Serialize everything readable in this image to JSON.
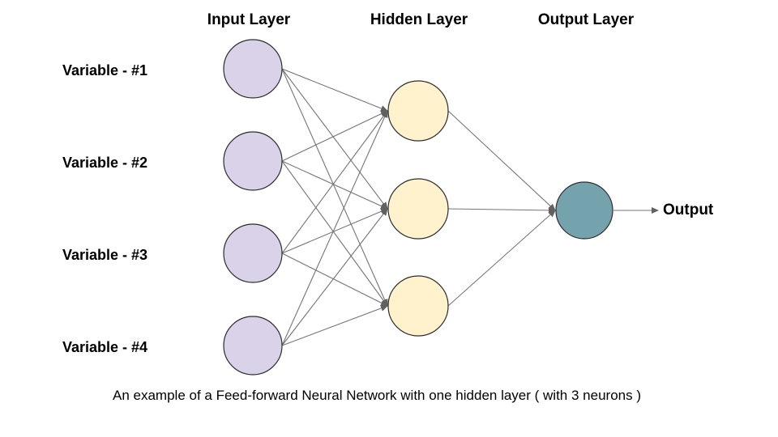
{
  "headers": [
    {
      "id": "input",
      "label": "Input Layer"
    },
    {
      "id": "hidden",
      "label": "Hidden Layer"
    },
    {
      "id": "output",
      "label": "Output Layer"
    }
  ],
  "output_arrow_label": "Output",
  "caption": "An example of a Feed-forward Neural Network with one hidden layer ( with 3 neurons )",
  "colors": {
    "background": "#ffffff",
    "input_node_fill": "#d9d2e9",
    "hidden_node_fill": "#fff2cc",
    "output_node_fill": "#74a3ad",
    "node_stroke": "#2d2d2d",
    "edge": "#757575",
    "arrowhead": "#616161",
    "text": "#000000"
  },
  "network": {
    "type": "feed-forward neural network",
    "input_nodes": [
      {
        "id": "input-1",
        "label": "Variable - #1"
      },
      {
        "id": "input-2",
        "label": "Variable - #2"
      },
      {
        "id": "input-3",
        "label": "Variable - #3"
      },
      {
        "id": "input-4",
        "label": "Variable - #4"
      }
    ],
    "hidden_nodes": [
      {
        "id": "hidden-1"
      },
      {
        "id": "hidden-2"
      },
      {
        "id": "hidden-3"
      }
    ],
    "output_nodes": [
      {
        "id": "output-1"
      }
    ],
    "connectivity": "every input node connects to every hidden node; every hidden node connects to the output node; output node points to the Output label"
  }
}
